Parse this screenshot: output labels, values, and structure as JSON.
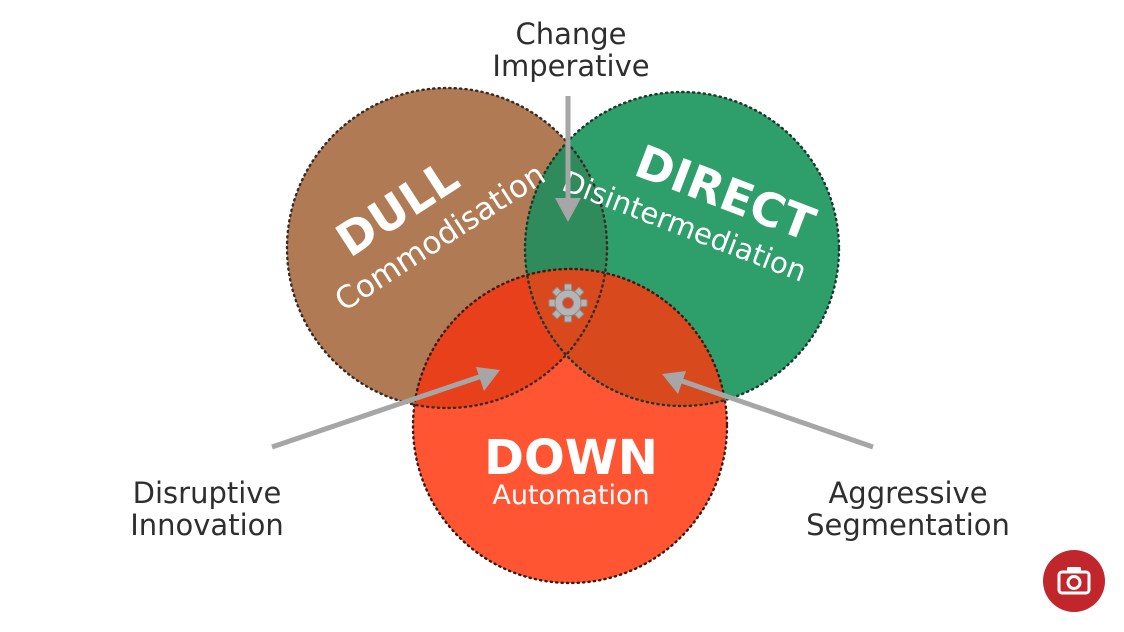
{
  "diagram": {
    "circles": [
      {
        "key": "dull",
        "title": "DULL",
        "subtitle": "Commodisation",
        "color": "#b07a55"
      },
      {
        "key": "direct",
        "title": "DIRECT",
        "subtitle": "Disintermediation",
        "color": "#2e9e6b"
      },
      {
        "key": "down",
        "title": "DOWN",
        "subtitle": "Automation",
        "color": "#ff5533"
      }
    ],
    "overlap_colors": {
      "dull_direct": "#2f8a5c",
      "dull_down": "#e8401a",
      "direct_down": "#d84a1e"
    },
    "callouts": {
      "top": {
        "line1": "Change",
        "line2": "Imperative"
      },
      "left": {
        "line1": "Disruptive",
        "line2": "Innovation"
      },
      "right": {
        "line1": "Aggressive",
        "line2": "Segmentation"
      }
    },
    "center_icon": "gear-icon",
    "arrow_color": "#a6a6a6"
  },
  "camera_button": {
    "icon": "camera-icon",
    "color": "#c0262b"
  }
}
